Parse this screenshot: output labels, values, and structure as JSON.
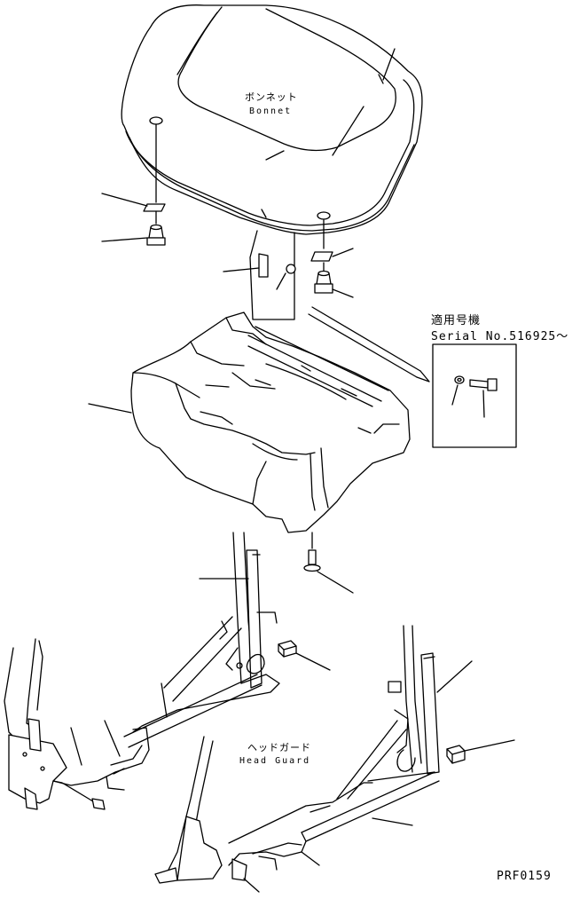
{
  "labels": {
    "bonnet_jp": "ボンネット",
    "bonnet_en": "Bonnet",
    "applicable_jp": "適用号機",
    "serial": "Serial No.516925～",
    "headguard_jp": "ヘッドガード",
    "headguard_en": "Head Guard",
    "drawing_code": "PRF0159"
  }
}
